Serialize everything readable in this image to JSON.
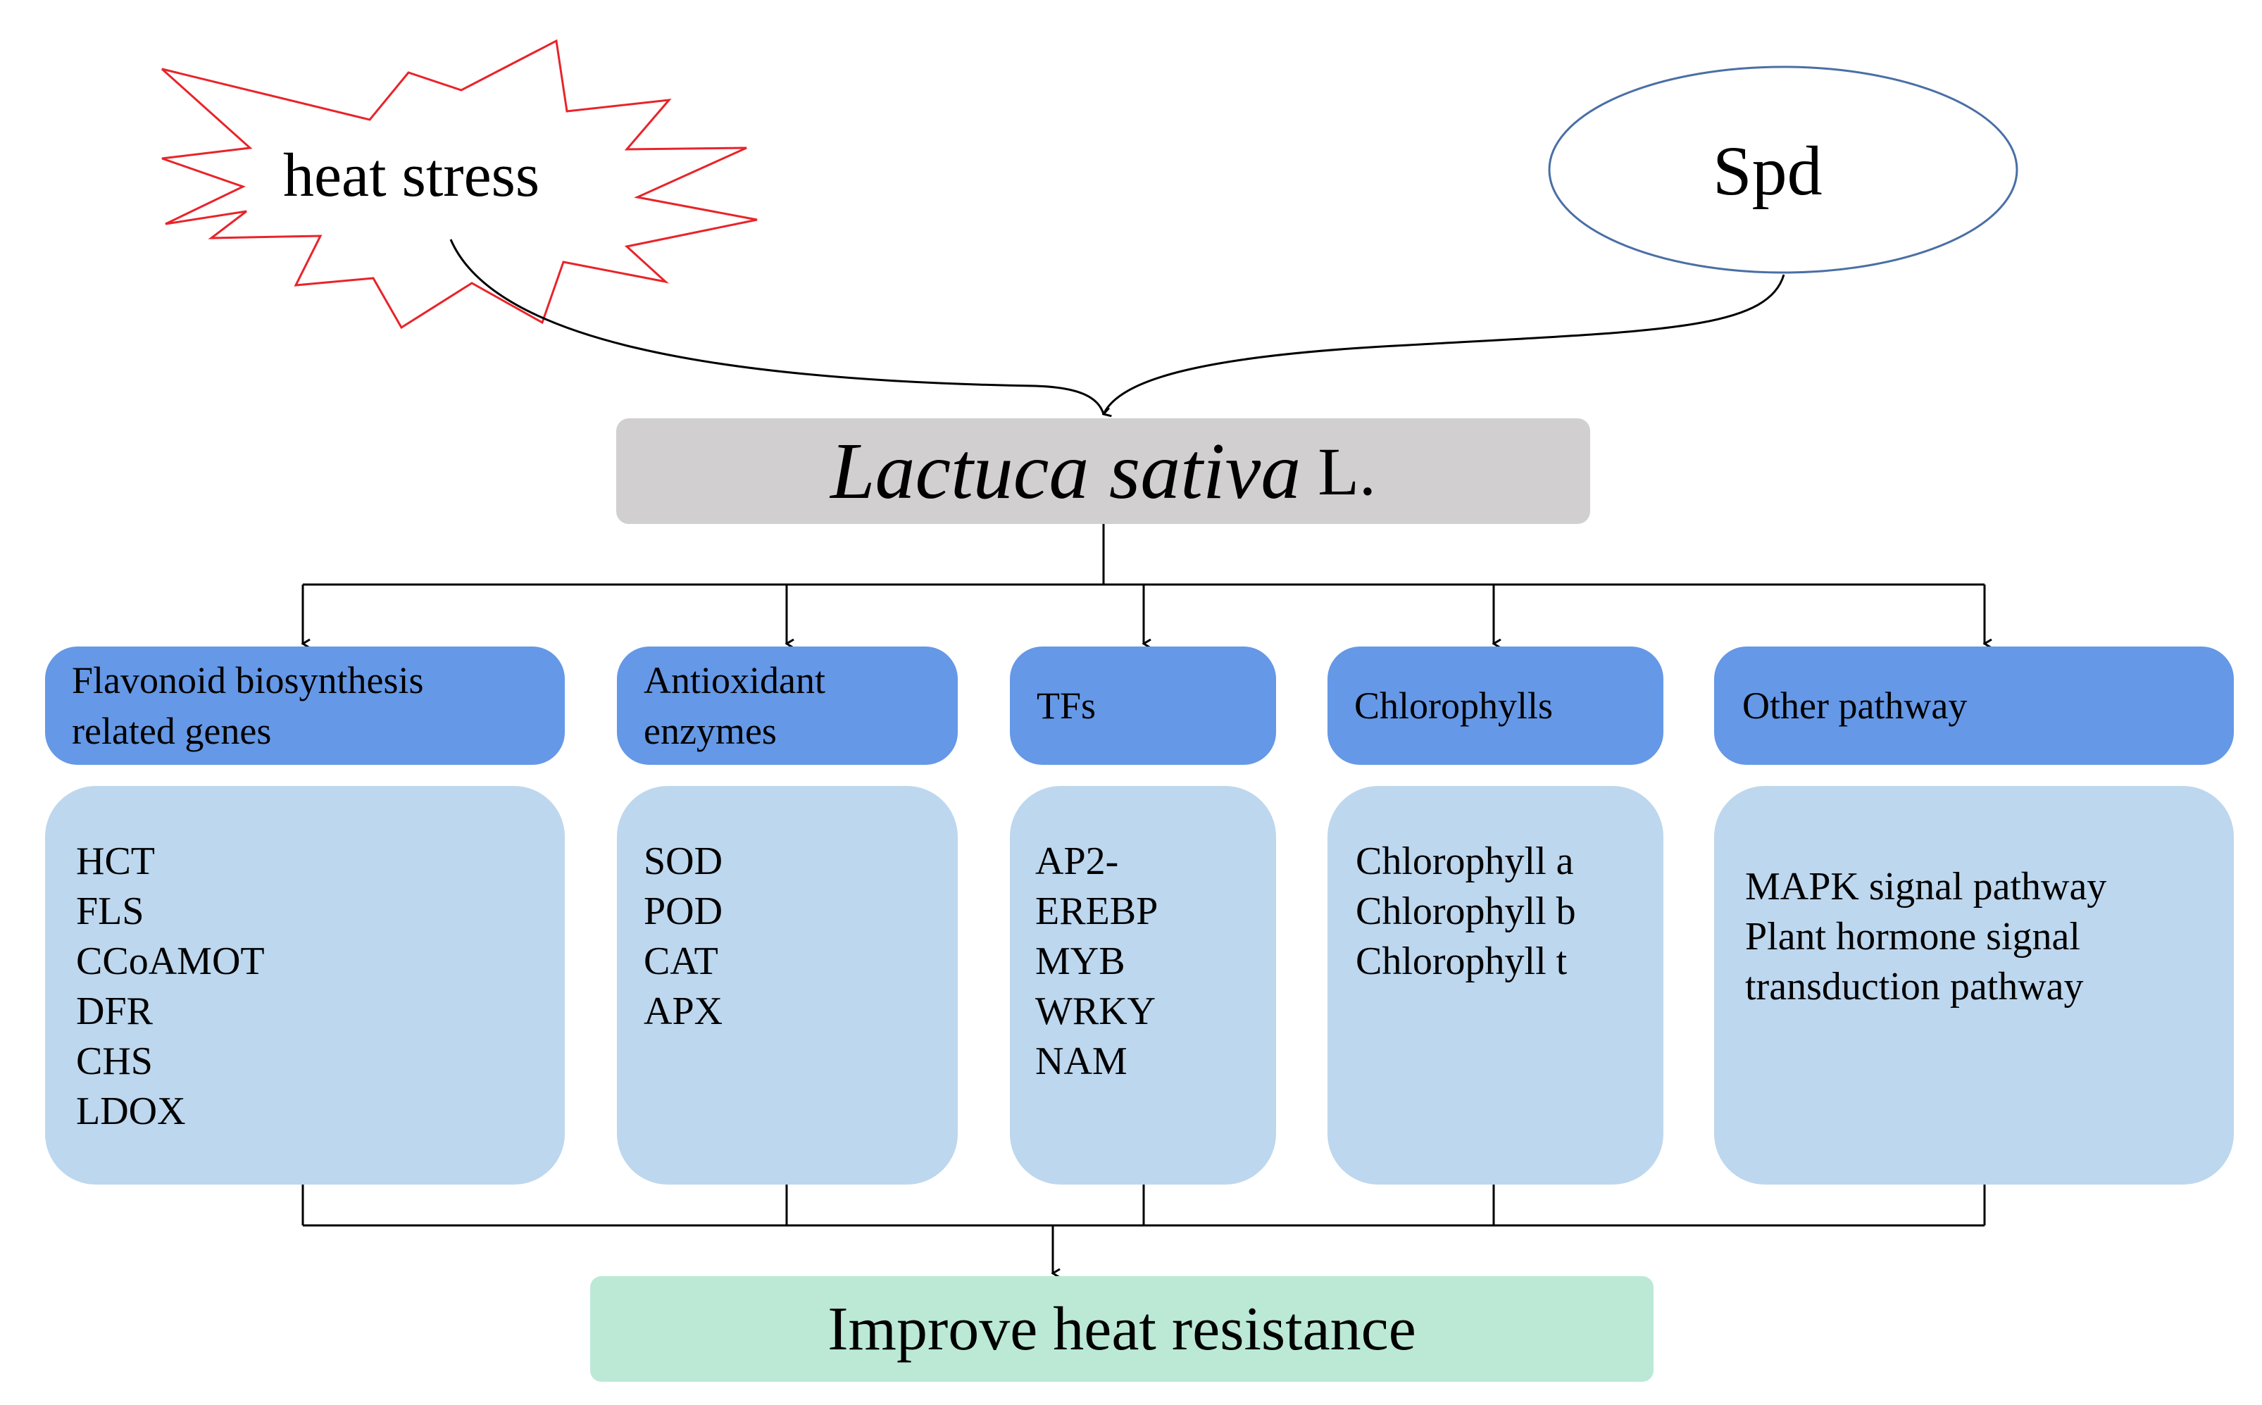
{
  "inputs": {
    "stress": "heat stress",
    "treatment": "Spd"
  },
  "organism": {
    "genus_species": "Lactuca sativa",
    "authority": "L."
  },
  "categories": [
    {
      "header": "Flavonoid biosynthesis\nrelated genes",
      "items": [
        "HCT",
        "FLS",
        "CCoAMOT",
        "DFR",
        "CHS",
        "LDOX"
      ]
    },
    {
      "header": "Antioxidant\nenzymes",
      "items": [
        "SOD",
        "POD",
        "CAT",
        "APX"
      ]
    },
    {
      "header": "TFs",
      "items": [
        "AP2-",
        "EREBP",
        "MYB",
        "WRKY",
        "NAM"
      ]
    },
    {
      "header": "Chlorophylls",
      "items": [
        "Chlorophyll a",
        "Chlorophyll b",
        "Chlorophyll t"
      ]
    },
    {
      "header": "Other pathway",
      "items": [
        "MAPK signal pathway",
        "Plant hormone signal",
        "transduction pathway"
      ]
    }
  ],
  "outcome": "Improve heat resistance",
  "colors": {
    "stress_outline": "#e8242a",
    "ellipse_outline": "#4a6fa5",
    "main_box": "#d1cfd0",
    "header_fill": "#6598e6",
    "detail_fill": "#bdd7ee",
    "result_fill": "#bbe9d6",
    "connector": "#000000"
  }
}
